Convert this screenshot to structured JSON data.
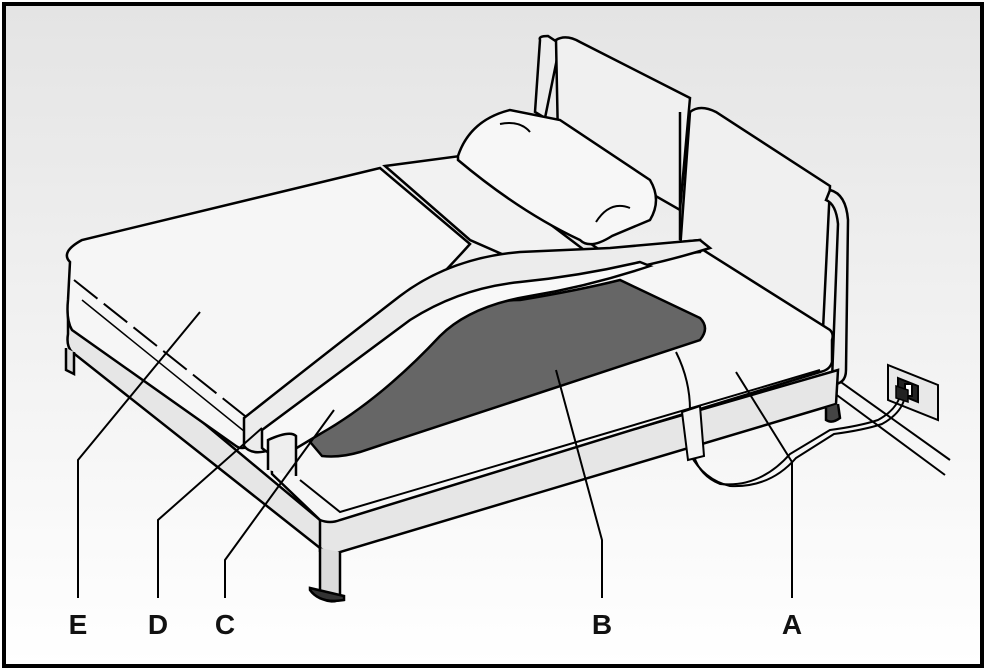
{
  "labels": {
    "e": "E",
    "d": "D",
    "c": "C",
    "b": "B",
    "a": "A"
  },
  "colors": {
    "background_top": "#e6e6e6",
    "background_bottom": "#ffffff",
    "heating_pad": "#666666",
    "outline": "#000000",
    "bed_fill": "#f4f4f4"
  }
}
